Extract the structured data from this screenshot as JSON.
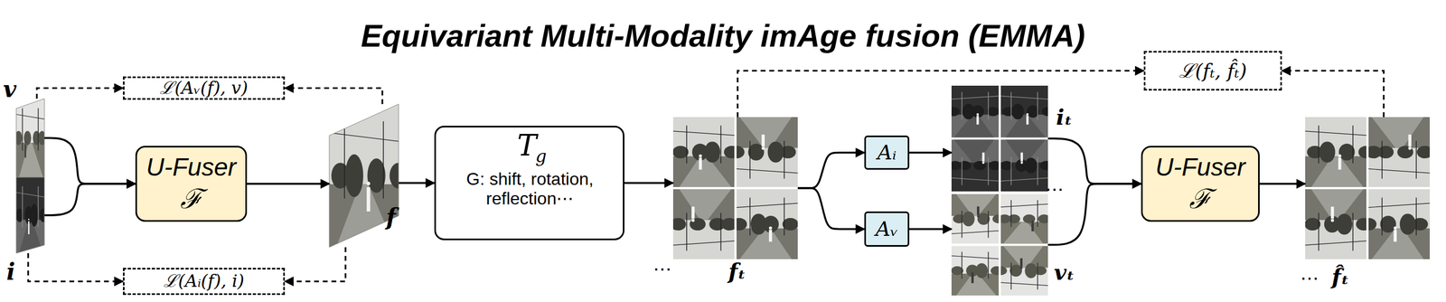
{
  "diagram": {
    "title": "Equivariant Multi-Modality imAge fusion (EMMA)",
    "nodes": [
      {
        "text": [
          "v"
        ]
      },
      {
        "text": [
          "i"
        ]
      },
      {
        "text": [
          "ℒ(Aᵥ(f), v)"
        ]
      },
      {
        "text": [
          "ℒ(Aᵢ(f), i)"
        ]
      },
      {
        "text": [
          "U-Fuser",
          "ℱ"
        ]
      },
      {
        "text": [
          "f"
        ]
      },
      {
        "text": [
          "T",
          "g",
          "G: shift, rotation, reflection⋯"
        ]
      },
      {
        "text": [
          "fₜ"
        ]
      },
      {
        "text": [
          "Aᵢ"
        ]
      },
      {
        "text": [
          "Aᵥ"
        ]
      },
      {
        "text": [
          "iₜ"
        ]
      },
      {
        "text": [
          "vₜ"
        ]
      },
      {
        "text": [
          "U-Fuser",
          "ℱ"
        ]
      },
      {
        "text": [
          "ℒ(fₜ, f̂ₜ)"
        ]
      },
      {
        "text": [
          "f̂ₜ"
        ]
      }
    ],
    "edges": [
      {
        "from": 0,
        "to": 4,
        "arrow": "to"
      },
      {
        "from": 1,
        "to": 4,
        "arrow": "to"
      },
      {
        "from": 4,
        "to": 5,
        "arrow": "to"
      },
      {
        "from": 5,
        "to": 6,
        "arrow": "to"
      },
      {
        "from": 6,
        "to": 7,
        "arrow": "to"
      },
      {
        "from": 7,
        "to": 8,
        "arrow": "to"
      },
      {
        "from": 7,
        "to": 9,
        "arrow": "to"
      },
      {
        "from": 8,
        "to": 10,
        "arrow": "to"
      },
      {
        "from": 9,
        "to": 11,
        "arrow": "to"
      },
      {
        "from": 10,
        "to": 12,
        "arrow": "to"
      },
      {
        "from": 11,
        "to": 12,
        "arrow": "to"
      },
      {
        "from": 12,
        "to": 14,
        "arrow": "to"
      },
      {
        "from": 0,
        "to": 2,
        "arrow": "to"
      },
      {
        "from": 5,
        "to": 2,
        "arrow": "to"
      },
      {
        "from": 1,
        "to": 3,
        "arrow": "to"
      },
      {
        "from": 5,
        "to": 3,
        "arrow": "to"
      },
      {
        "from": 7,
        "to": 13,
        "arrow": "to"
      },
      {
        "from": 14,
        "to": 13,
        "arrow": "to"
      }
    ],
    "labels": [
      "⋯",
      "⋯",
      "⋯"
    ]
  }
}
